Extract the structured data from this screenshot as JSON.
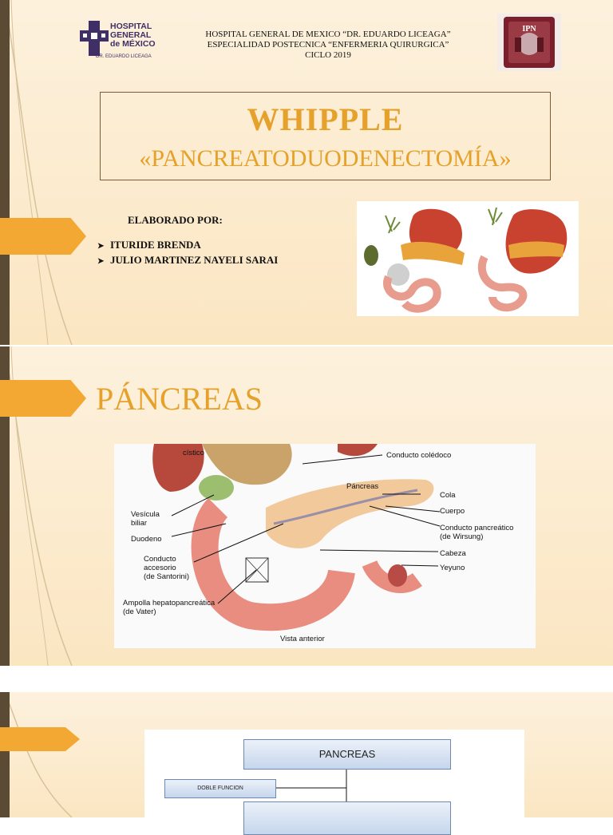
{
  "slide1": {
    "logo": {
      "line1": "HOSPITAL",
      "line2": "GENERAL",
      "line3": "de MÉXICO",
      "sub": "DR. EDUARDO LICEAGA",
      "brand_color": "#3f2f66"
    },
    "header": {
      "line1": "HOSPITAL GENERAL DE MEXICO “DR. EDUARDO LICEAGA”",
      "line2": "ESPECIALIDAD POSTECNICA “ENFERMERIA QUIRURGICA”",
      "line3": "CICLO 2019"
    },
    "ipn_logo": {
      "text": "IPN"
    },
    "title": "WHIPPLE",
    "subtitle": "«PANCREATODUODENECTOMÍA»",
    "elaborado_label": "ELABORADO POR:",
    "authors": [
      "ITURIDE BRENDA",
      "JULIO MARTINEZ NAYELI SARAI"
    ]
  },
  "slide2": {
    "title": "PÁNCREAS",
    "diagram": {
      "labels": {
        "cistico": "cístico",
        "coledoco": "Conducto colédoco",
        "pancreas": "Páncreas",
        "cola": "Cola",
        "cuerpo": "Cuerpo",
        "wirsung_1": "Conducto pancreático",
        "wirsung_2": "(de Wirsung)",
        "cabeza": "Cabeza",
        "yeyuno": "Yeyuno",
        "vesicula_1": "Vesícula",
        "vesicula_2": "biliar",
        "duodeno": "Duodeno",
        "accesorio_1": "Conducto",
        "accesorio_2": "accesorio",
        "accesorio_3": "(de Santorini)",
        "ampolla_1": "Ampolla hepatopancreática",
        "ampolla_2": "(de Vater)",
        "vista": "Vista anterior"
      }
    }
  },
  "slide3": {
    "chart": {
      "root": "PANCREAS",
      "branch": "DOBLE FUNCION"
    }
  },
  "colors": {
    "accent": "#e6a12b",
    "arrow": "#f2a833",
    "sidebar": "#5b4a34",
    "background": "#fdf1dd"
  }
}
